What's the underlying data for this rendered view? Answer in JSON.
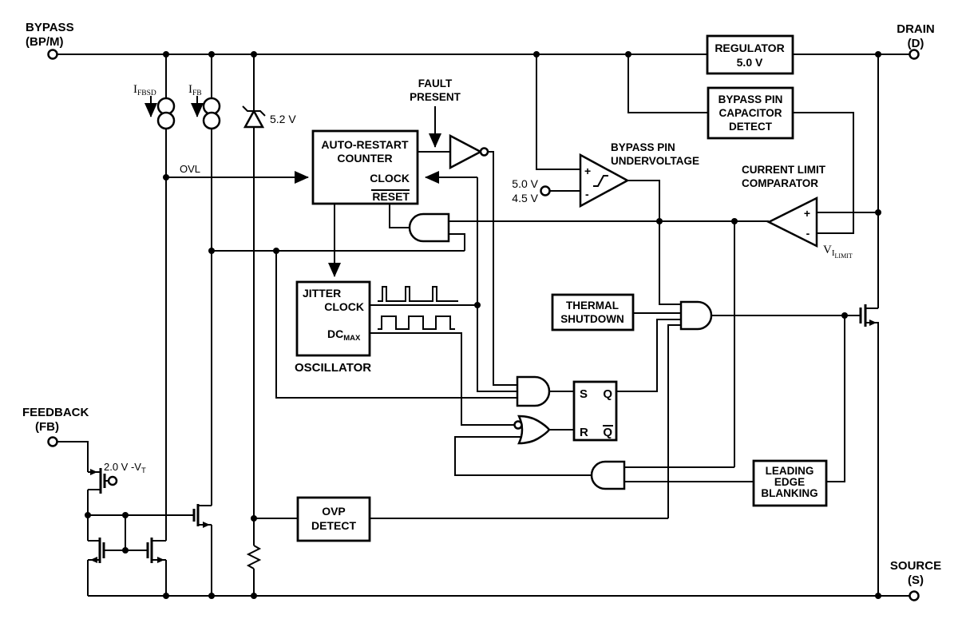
{
  "colors": {
    "line": "#000000",
    "background": "#ffffff"
  },
  "pins": {
    "bypass": {
      "line1": "BYPASS",
      "line2": "(BP/M)"
    },
    "drain": {
      "line1": "DRAIN",
      "line2": "(D)"
    },
    "feedback": {
      "line1": "FEEDBACK",
      "line2": "(FB)"
    },
    "source": {
      "line1": "SOURCE",
      "line2": "(S)"
    }
  },
  "blocks": {
    "regulator": {
      "line1": "REGULATOR",
      "line2": "5.0 V"
    },
    "bypass_cap_detect": {
      "line1": "BYPASS PIN",
      "line2": "CAPACITOR",
      "line3": "DETECT"
    },
    "auto_restart_counter": {
      "line1": "AUTO-RESTART",
      "line2": "COUNTER",
      "clock": "CLOCK",
      "reset": "RESET"
    },
    "oscillator": {
      "jitter": "JITTER",
      "clock": "CLOCK",
      "dcmax_main": "DC",
      "dcmax_sub": "MAX",
      "caption": "OSCILLATOR"
    },
    "thermal_shutdown": {
      "line1": "THERMAL",
      "line2": "SHUTDOWN"
    },
    "leading_edge_blanking": {
      "line1": "LEADING",
      "line2": "EDGE",
      "line3": "BLANKING"
    },
    "ovp_detect": {
      "line1": "OVP",
      "line2": "DETECT"
    },
    "sr_latch": {
      "s": "S",
      "q": "Q",
      "r": "R",
      "qbar": "Q"
    }
  },
  "labels": {
    "fault_present": {
      "line1": "FAULT",
      "line2": "PRESENT"
    },
    "bypass_pin_undervoltage": {
      "line1": "BYPASS PIN",
      "line2": "UNDERVOLTAGE"
    },
    "current_limit_comparator": {
      "line1": "CURRENT LIMIT",
      "line2": "COMPARATOR"
    },
    "zener": "5.2 V",
    "threshold_high": "5.0 V",
    "threshold_low": "4.5 V",
    "ovl": "OVL",
    "fb_bias": {
      "main": "2.0 V -V",
      "sub": "T"
    },
    "i_fbsd": {
      "main": "I",
      "sub": "FBSD"
    },
    "i_fb": {
      "main": "I",
      "sub": "FB"
    },
    "v_ilimit": {
      "main": "V",
      "sub": "I",
      "subsub": "LIMIT"
    },
    "comparator_plus": "+",
    "comparator_minus": "-"
  }
}
